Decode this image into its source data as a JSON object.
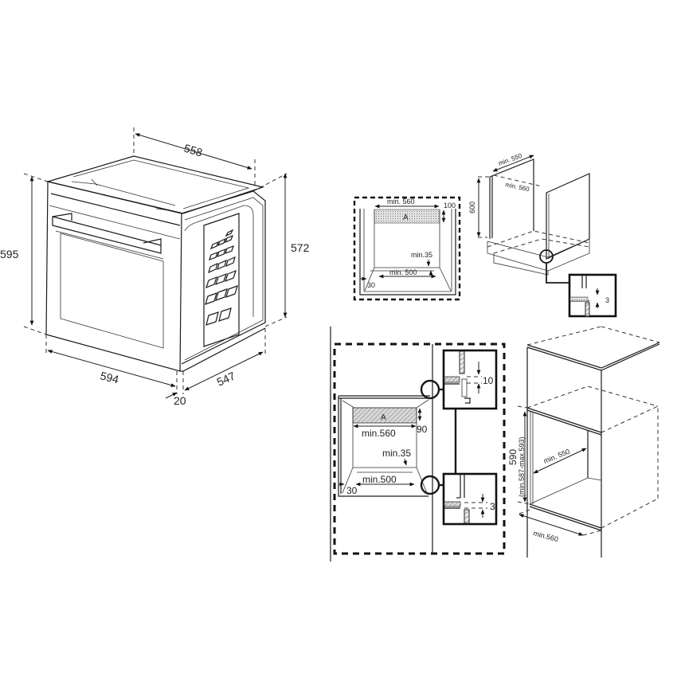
{
  "oven_view": {
    "width_top": "558",
    "height_right": "572",
    "height_left": "595",
    "width_front": "594",
    "depth": "547",
    "door_thickness": "20"
  },
  "undercounter_plan": {
    "min_width": "min. 560",
    "vent_depth": "100",
    "vent_label": "A",
    "min_gap": "min.35",
    "min_base": "min. 500",
    "side_margin": "30"
  },
  "undercounter_cabinet": {
    "min_depth": "min. 550",
    "min_width": "min. 560",
    "height": "600",
    "detail_gap": "3"
  },
  "column_plan": {
    "min_width": "min.560",
    "vent_depth": "90",
    "vent_label": "A",
    "min_gap": "min.35",
    "min_base": "min.500",
    "side_margin": "30",
    "detail_top_gap": "10",
    "detail_bottom_gap": "3"
  },
  "column_cabinet": {
    "height": "590",
    "height_range": "(min.587-max.593)",
    "min_depth": "min. 550",
    "min_width": "min.560"
  }
}
